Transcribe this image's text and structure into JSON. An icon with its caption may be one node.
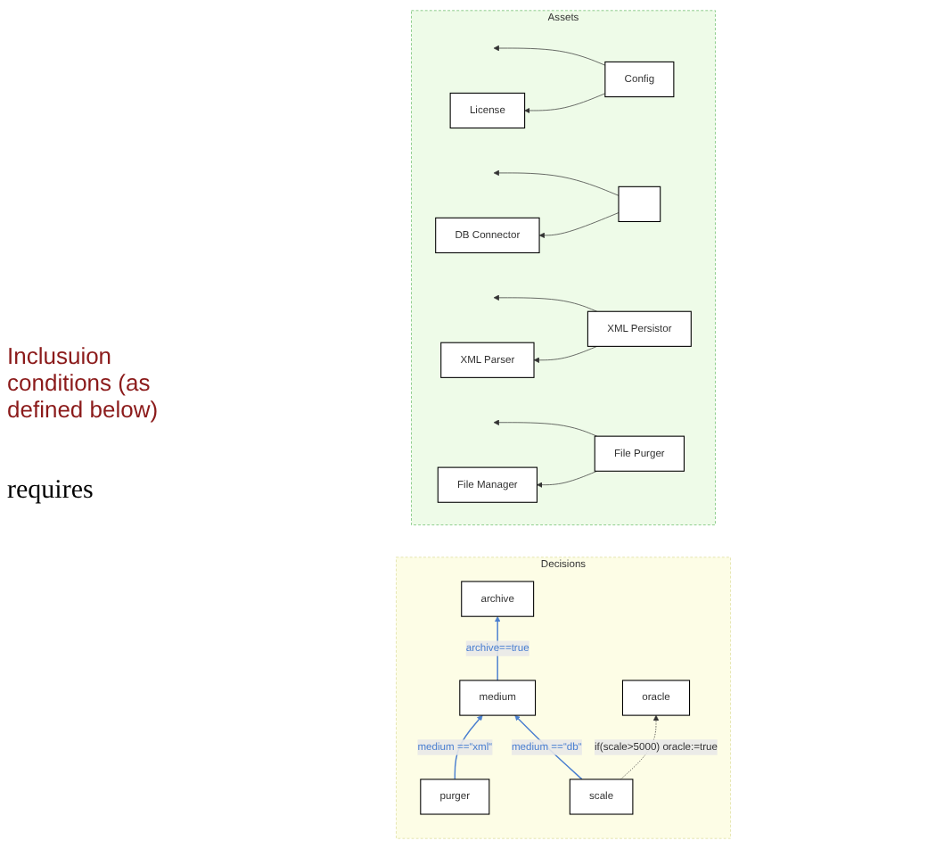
{
  "diagram": {
    "nodes": [
      {
        "text": [
          "Decisions"
        ]
      },
      {
        "text": [
          "archive"
        ],
        "in": 0
      },
      {
        "text": [
          "medium"
        ],
        "in": 0
      },
      {
        "text": [
          "purger"
        ],
        "in": 0
      },
      {
        "text": [
          "scale"
        ],
        "in": 0
      },
      {
        "text": [
          "oracle"
        ],
        "in": 0
      },
      {
        "text": [
          "Assets"
        ]
      },
      {
        "text": [
          "Config"
        ],
        "in": 6
      },
      {
        "text": [
          "License"
        ],
        "in": 6
      },
      {
        "text": [],
        "shape": "box",
        "in": 6
      },
      {
        "text": [
          "DB Connector"
        ],
        "in": 6
      },
      {
        "text": [
          "XML Persistor"
        ],
        "in": 6
      },
      {
        "text": [
          "XML Parser"
        ],
        "in": 6
      },
      {
        "text": [
          "File Purger"
        ],
        "in": 6
      },
      {
        "text": [
          "File Manager"
        ],
        "in": 6
      }
    ],
    "edges": [
      {
        "from": 2,
        "to": 1,
        "arrow": "to",
        "label": "archive==true",
        "color": "#4a7fd0"
      },
      {
        "from": 3,
        "to": 2,
        "arrow": "to",
        "label": "medium ==“xml“",
        "color": "#4a7fd0"
      },
      {
        "from": 4,
        "to": 2,
        "arrow": "to",
        "label": "medium ==“db“",
        "color": "#4a7fd0"
      },
      {
        "from": 4,
        "to": 5,
        "arrow": "to",
        "label": "if(scale>5000) oracle:=true",
        "style": "dashed"
      },
      {
        "from": 7,
        "to": null,
        "arrow": "to"
      },
      {
        "from": 9,
        "to": null,
        "arrow": "to"
      },
      {
        "from": 11,
        "to": null,
        "arrow": "to"
      },
      {
        "from": 13,
        "to": null,
        "arrow": "to"
      },
      {
        "from": 7,
        "to": 8,
        "arrow": "to"
      },
      {
        "from": 9,
        "to": 10,
        "arrow": "to"
      },
      {
        "from": 11,
        "to": 12,
        "arrow": "to"
      },
      {
        "from": 13,
        "to": 14,
        "arrow": "to"
      }
    ],
    "labels": [
      "Inclusuion conditions (as defined below)",
      "requires"
    ]
  }
}
